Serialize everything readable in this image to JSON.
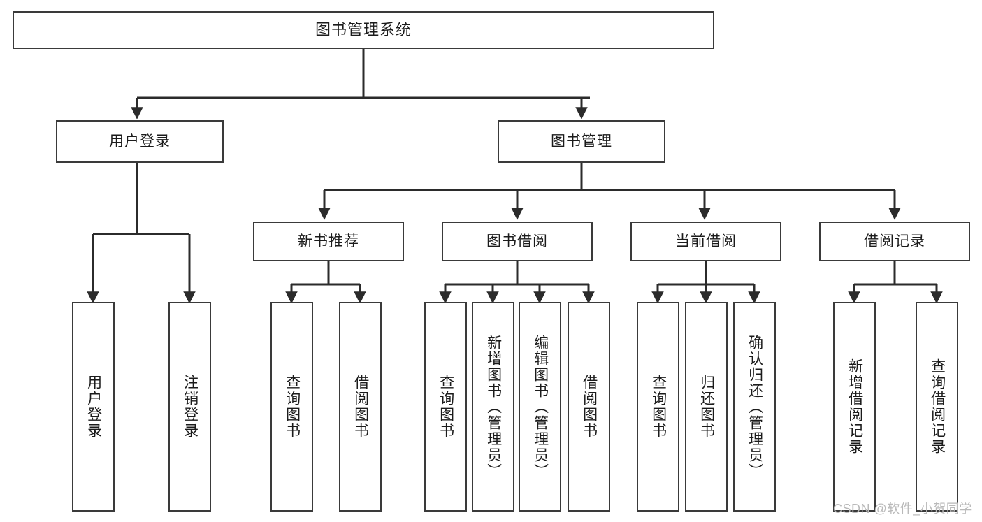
{
  "diagram": {
    "type": "tree-hierarchy",
    "title": "图书管理系统",
    "watermark": "CSDN @软件_小贺同学",
    "colors": {
      "box_border": "#3a3a3a",
      "box_fill": "#ffffff",
      "connector": "#2b2b2b",
      "text": "#1b1b1b",
      "watermark": "#b9b9b9",
      "background": "#ffffff"
    },
    "nodes": {
      "root": {
        "label": "图书管理系统",
        "level": 0,
        "orientation": "horizontal"
      },
      "level1": [
        {
          "id": "user-login",
          "label": "用户登录",
          "orientation": "horizontal"
        },
        {
          "id": "book-manage",
          "label": "图书管理",
          "orientation": "horizontal"
        }
      ],
      "level2": [
        {
          "id": "new-book-recommend",
          "label": "新书推荐",
          "parent": "book-manage",
          "orientation": "horizontal"
        },
        {
          "id": "book-borrow",
          "label": "图书借阅",
          "parent": "book-manage",
          "orientation": "horizontal"
        },
        {
          "id": "current-borrow",
          "label": "当前借阅",
          "parent": "book-manage",
          "orientation": "horizontal"
        },
        {
          "id": "borrow-record",
          "label": "借阅记录",
          "parent": "book-manage",
          "orientation": "horizontal"
        }
      ],
      "leaves": [
        {
          "id": "leaf-user-login",
          "label": "用户登录",
          "parent": "user-login",
          "orientation": "vertical"
        },
        {
          "id": "leaf-user-logout",
          "label": "注销登录",
          "parent": "user-login",
          "orientation": "vertical"
        },
        {
          "id": "leaf-query-book-1",
          "label": "查询图书",
          "parent": "new-book-recommend",
          "orientation": "vertical"
        },
        {
          "id": "leaf-borrow-book-1",
          "label": "借阅图书",
          "parent": "new-book-recommend",
          "orientation": "vertical"
        },
        {
          "id": "leaf-query-book-2",
          "label": "查询图书",
          "parent": "book-borrow",
          "orientation": "vertical"
        },
        {
          "id": "leaf-add-book",
          "label": "新增图书（管理员）",
          "parent": "book-borrow",
          "orientation": "vertical"
        },
        {
          "id": "leaf-edit-book",
          "label": "编辑图书（管理员）",
          "parent": "book-borrow",
          "orientation": "vertical"
        },
        {
          "id": "leaf-borrow-book-2",
          "label": "借阅图书",
          "parent": "book-borrow",
          "orientation": "vertical"
        },
        {
          "id": "leaf-query-book-3",
          "label": "查询图书",
          "parent": "current-borrow",
          "orientation": "vertical"
        },
        {
          "id": "leaf-return-book",
          "label": "归还图书",
          "parent": "current-borrow",
          "orientation": "vertical"
        },
        {
          "id": "leaf-confirm-return",
          "label": "确认归还（管理员）",
          "parent": "current-borrow",
          "orientation": "vertical"
        },
        {
          "id": "leaf-add-record",
          "label": "新增借阅记录",
          "parent": "borrow-record",
          "orientation": "vertical"
        },
        {
          "id": "leaf-query-record",
          "label": "查询借阅记录",
          "parent": "borrow-record",
          "orientation": "vertical"
        }
      ]
    }
  }
}
